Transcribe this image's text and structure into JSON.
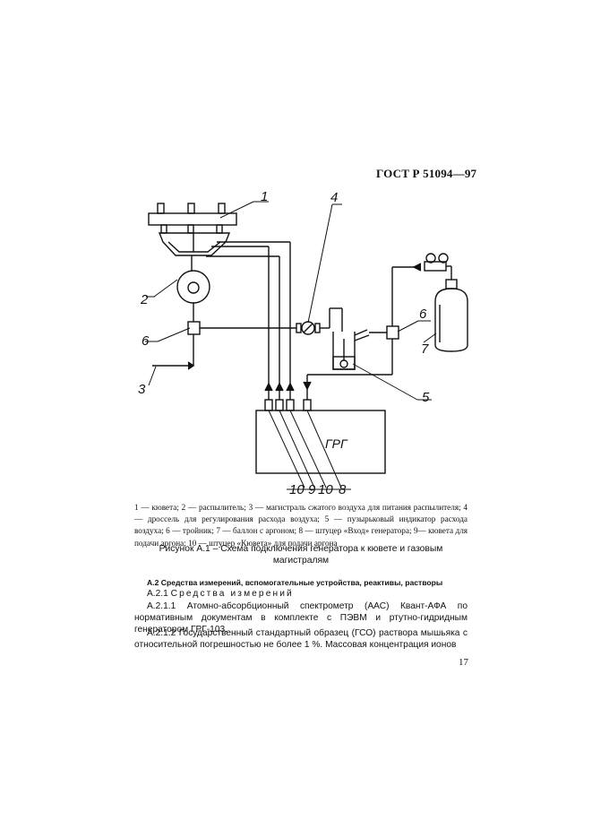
{
  "header": {
    "doc_code": "ГОСТ Р 51094—97"
  },
  "diagram": {
    "labels": {
      "l1": "1",
      "l2": "2",
      "l3": "3",
      "l4": "4",
      "l5": "5",
      "l6a": "6",
      "l6b": "6",
      "l7": "7",
      "l10a": "10",
      "l9": "9",
      "l10b": "10",
      "l8": "8"
    },
    "generator_label": "ГРГ"
  },
  "legend": {
    "text": "1 — кювета; 2 — распылитель; 3 — магистраль сжатого воздуха для питания распылителя; 4 — дроссель для регулирования расхода воздуха; 5 — пузырьковый индикатор расхода воздуха; 6 — тройник; 7 — баллон с аргоном; 8 — штуцер «Вход» генератора; 9— кювета для подачи аргона; 10 — штуцер «Кювета» для подачи аргона"
  },
  "caption": {
    "line1": "Рисунок А.1 – Схема подключения генератора к кювете и газовым",
    "line2": "магистралям"
  },
  "section": {
    "heading": "А.2 Средства измерений, вспомогательные устройства, реактивы, растворы",
    "sub_number": "А.2.1",
    "sub_title": "Средства измерений",
    "p1": "А.2.1.1 Атомно-абсорбционный спектрометр (ААС) Квант-АФА по нормативным документам в комплекте с ПЭВМ и ртутно-гидридным генератором ГРГ-103.",
    "p2": "А.2.1.2 Государственный стандартный образец (ГСО) раствора мышьяка с относительной погрешностью не более 1 %. Массовая концентрация ионов"
  },
  "page_number": "17"
}
